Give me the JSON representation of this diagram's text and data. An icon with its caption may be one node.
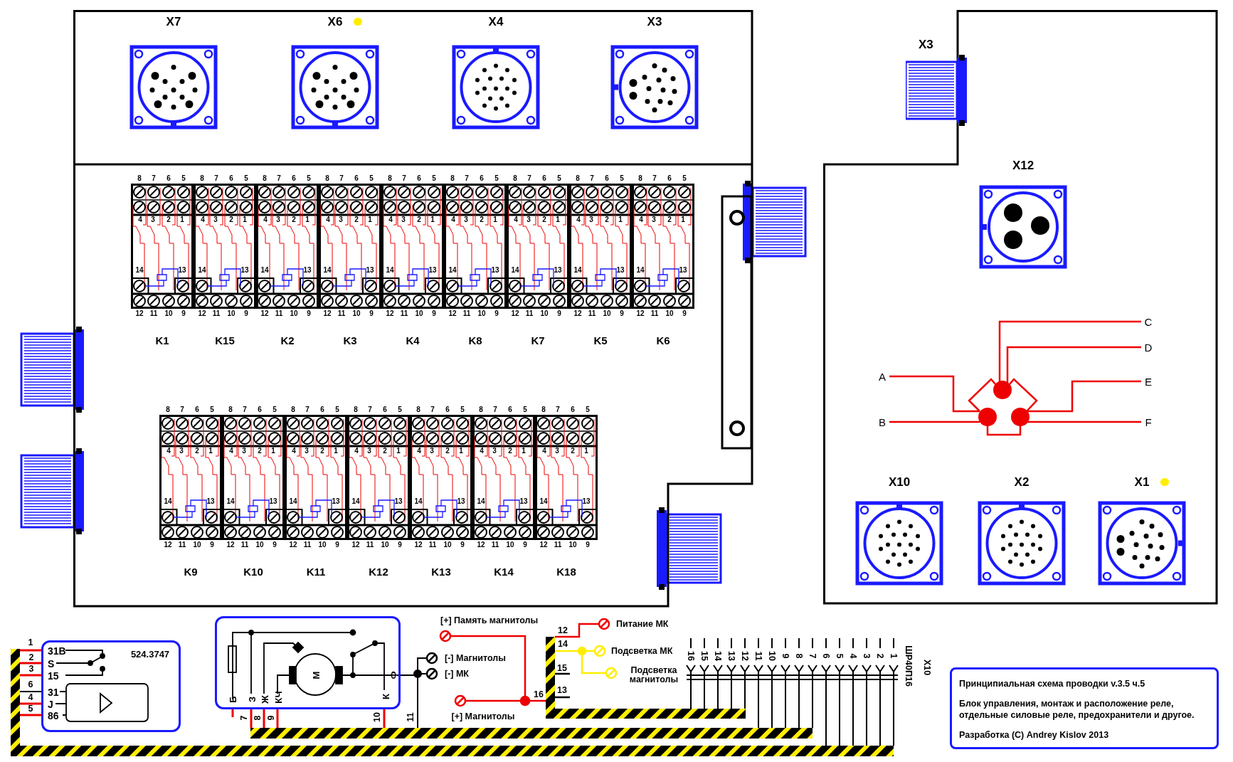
{
  "diagram": {
    "nodes": [
      {
        "text": [],
        "shape": "box"
      },
      {
        "text": [
          "X7"
        ],
        "in": 0
      },
      {
        "text": [
          "X6"
        ],
        "in": 0
      },
      {
        "text": [
          "X4"
        ],
        "in": 0
      },
      {
        "text": [
          "X3"
        ],
        "in": 0
      },
      {
        "text": [
          "8",
          "7",
          "6",
          "5",
          "4",
          "3",
          "2",
          "1",
          "14",
          "13",
          "12",
          "11",
          "10",
          "9",
          "K1"
        ],
        "in": 0
      },
      {
        "text": [
          "8",
          "7",
          "6",
          "5",
          "4",
          "3",
          "2",
          "1",
          "14",
          "13",
          "12",
          "11",
          "10",
          "9",
          "K15"
        ],
        "in": 0
      },
      {
        "text": [
          "8",
          "7",
          "6",
          "5",
          "4",
          "3",
          "2",
          "1",
          "14",
          "13",
          "12",
          "11",
          "10",
          "9",
          "K2"
        ],
        "in": 0
      },
      {
        "text": [
          "8",
          "7",
          "6",
          "5",
          "4",
          "3",
          "2",
          "1",
          "14",
          "13",
          "12",
          "11",
          "10",
          "9",
          "K3"
        ],
        "in": 0
      },
      {
        "text": [
          "8",
          "7",
          "6",
          "5",
          "4",
          "3",
          "2",
          "1",
          "14",
          "13",
          "12",
          "11",
          "10",
          "9",
          "K4"
        ],
        "in": 0
      },
      {
        "text": [
          "8",
          "7",
          "6",
          "5",
          "4",
          "3",
          "2",
          "1",
          "14",
          "13",
          "12",
          "11",
          "10",
          "9",
          "K8"
        ],
        "in": 0
      },
      {
        "text": [
          "8",
          "7",
          "6",
          "5",
          "4",
          "3",
          "2",
          "1",
          "14",
          "13",
          "12",
          "11",
          "10",
          "9",
          "K7"
        ],
        "in": 0
      },
      {
        "text": [
          "8",
          "7",
          "6",
          "5",
          "4",
          "3",
          "2",
          "1",
          "14",
          "13",
          "12",
          "11",
          "10",
          "9",
          "K5"
        ],
        "in": 0
      },
      {
        "text": [
          "8",
          "7",
          "6",
          "5",
          "4",
          "3",
          "2",
          "1",
          "14",
          "13",
          "12",
          "11",
          "10",
          "9",
          "K6"
        ],
        "in": 0
      },
      {
        "text": [
          "8",
          "7",
          "6",
          "5",
          "4",
          "3",
          "2",
          "1",
          "14",
          "13",
          "12",
          "11",
          "10",
          "9",
          "K9"
        ],
        "in": 0
      },
      {
        "text": [
          "8",
          "7",
          "6",
          "5",
          "4",
          "3",
          "2",
          "1",
          "14",
          "13",
          "12",
          "11",
          "10",
          "9",
          "K10"
        ],
        "in": 0
      },
      {
        "text": [
          "8",
          "7",
          "6",
          "5",
          "4",
          "3",
          "2",
          "1",
          "14",
          "13",
          "12",
          "11",
          "10",
          "9",
          "K11"
        ],
        "in": 0
      },
      {
        "text": [
          "8",
          "7",
          "6",
          "5",
          "4",
          "3",
          "2",
          "1",
          "14",
          "13",
          "12",
          "11",
          "10",
          "9",
          "K12"
        ],
        "in": 0
      },
      {
        "text": [
          "8",
          "7",
          "6",
          "5",
          "4",
          "3",
          "2",
          "1",
          "14",
          "13",
          "12",
          "11",
          "10",
          "9",
          "K13"
        ],
        "in": 0
      },
      {
        "text": [
          "8",
          "7",
          "6",
          "5",
          "4",
          "3",
          "2",
          "1",
          "14",
          "13",
          "12",
          "11",
          "10",
          "9",
          "K14"
        ],
        "in": 0
      },
      {
        "text": [
          "8",
          "7",
          "6",
          "5",
          "4",
          "3",
          "2",
          "1",
          "14",
          "13",
          "12",
          "11",
          "10",
          "9",
          "K18"
        ],
        "in": 0
      },
      {
        "text": [],
        "shape": "box"
      },
      {
        "text": [
          "X3"
        ],
        "in": 21
      },
      {
        "text": [
          "X12"
        ],
        "in": 21
      },
      {
        "text": [],
        "shape": "picture",
        "in": 21
      },
      {
        "text": [
          "A"
        ],
        "in": 21
      },
      {
        "text": [
          "B"
        ],
        "in": 21
      },
      {
        "text": [
          "C"
        ],
        "in": 21
      },
      {
        "text": [
          "D"
        ],
        "in": 21
      },
      {
        "text": [
          "E"
        ],
        "in": 21
      },
      {
        "text": [
          "F"
        ],
        "in": 21
      },
      {
        "text": [
          "X10"
        ],
        "in": 21
      },
      {
        "text": [
          "X2"
        ],
        "in": 21
      },
      {
        "text": [
          "X1"
        ],
        "in": 21
      },
      {
        "text": [
          "524.3747",
          "31B",
          "S",
          "15",
          "31",
          "J",
          "86"
        ]
      },
      {
        "text": [
          "М",
          "Б",
          "З",
          "Ж",
          "КЧ",
          "Ф",
          "К"
        ]
      },
      {
        "text": [
          "Принципиальная схема проводки v.3.5 ч.5",
          "Блок управления, монтаж и расположение реле, отдельные силовые реле, предохранители и другое.",
          "Разработка (C) Andrey Kislov 2013"
        ]
      }
    ],
    "edges": [
      {
        "from": 25,
        "to": 24,
        "arrow": "none"
      },
      {
        "from": 26,
        "to": 24,
        "arrow": "none"
      },
      {
        "from": 27,
        "to": 24,
        "arrow": "none"
      },
      {
        "from": 28,
        "to": 24,
        "arrow": "none"
      },
      {
        "from": 29,
        "to": 24,
        "arrow": "none"
      },
      {
        "from": 30,
        "to": 24,
        "arrow": "none"
      }
    ],
    "labels": [
      "1",
      "2",
      "3",
      "6",
      "4",
      "5",
      "7",
      "8",
      "9",
      "10",
      "11",
      "[+] Память магнитолы",
      "12",
      "Питание МК",
      "14",
      "Подсветка МК",
      "[-] Магнитолы",
      "[-] МК",
      "15",
      "Подсветка магнитолы",
      "16",
      "13",
      "[+] Магнитолы",
      "16",
      "15",
      "14",
      "13",
      "12",
      "11",
      "10",
      "9",
      "8",
      "7",
      "6",
      "5",
      "4",
      "3",
      "2",
      "1",
      "ШР40П16",
      "X10"
    ]
  }
}
